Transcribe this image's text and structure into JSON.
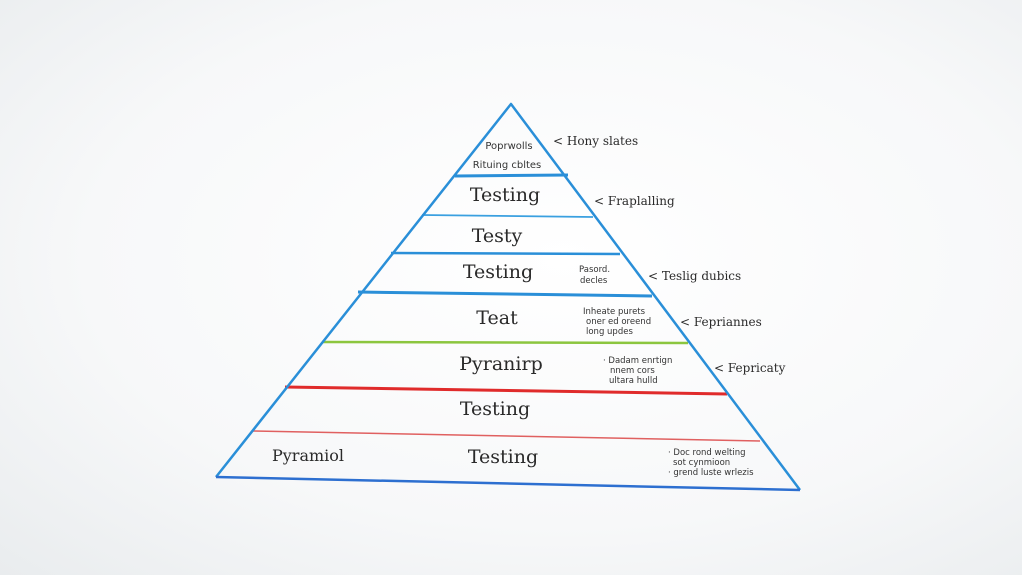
{
  "diagram": {
    "type": "pyramid",
    "apex": {
      "lines": [
        "Poprwolls",
        "Rituing cbltes"
      ]
    },
    "layers": [
      {
        "label": "Testing",
        "divider_color": "#2a8fd8"
      },
      {
        "label": "Testy",
        "divider_color": "#2a8fd8"
      },
      {
        "label": "Testing",
        "divider_color": "#2a8fd8"
      },
      {
        "label": "Teat",
        "divider_color": "#2a8fd8"
      },
      {
        "label": "Pyranirp",
        "divider_color": "#8cc63f"
      },
      {
        "label": "Testing",
        "divider_color": "#e02b2b"
      },
      {
        "label": "Testing",
        "divider_color": "#e06060"
      }
    ],
    "left_label": "Pyramiol",
    "inner_notes": [
      {
        "lines": [
          "Pasord.",
          "decles"
        ]
      },
      {
        "lines": [
          "Inheate purets",
          "oner ed oreend",
          "long updes"
        ]
      },
      {
        "lines": [
          "· Dadam enrtign",
          "nnem cors",
          "ultara hulld"
        ]
      },
      {
        "lines": [
          "· Doc rond welting",
          "sot cynmioon",
          "· grend luste wrlezis"
        ]
      }
    ],
    "side_annotations": [
      "< Hony slates",
      "< Fraplalling",
      "< Teslig dubics",
      "< Fepriannes",
      "< Fepricaty"
    ],
    "colors": {
      "outline": "#2a8fd8",
      "base": "#2d6fd0",
      "green": "#8cc63f",
      "red": "#e02b2b"
    }
  }
}
